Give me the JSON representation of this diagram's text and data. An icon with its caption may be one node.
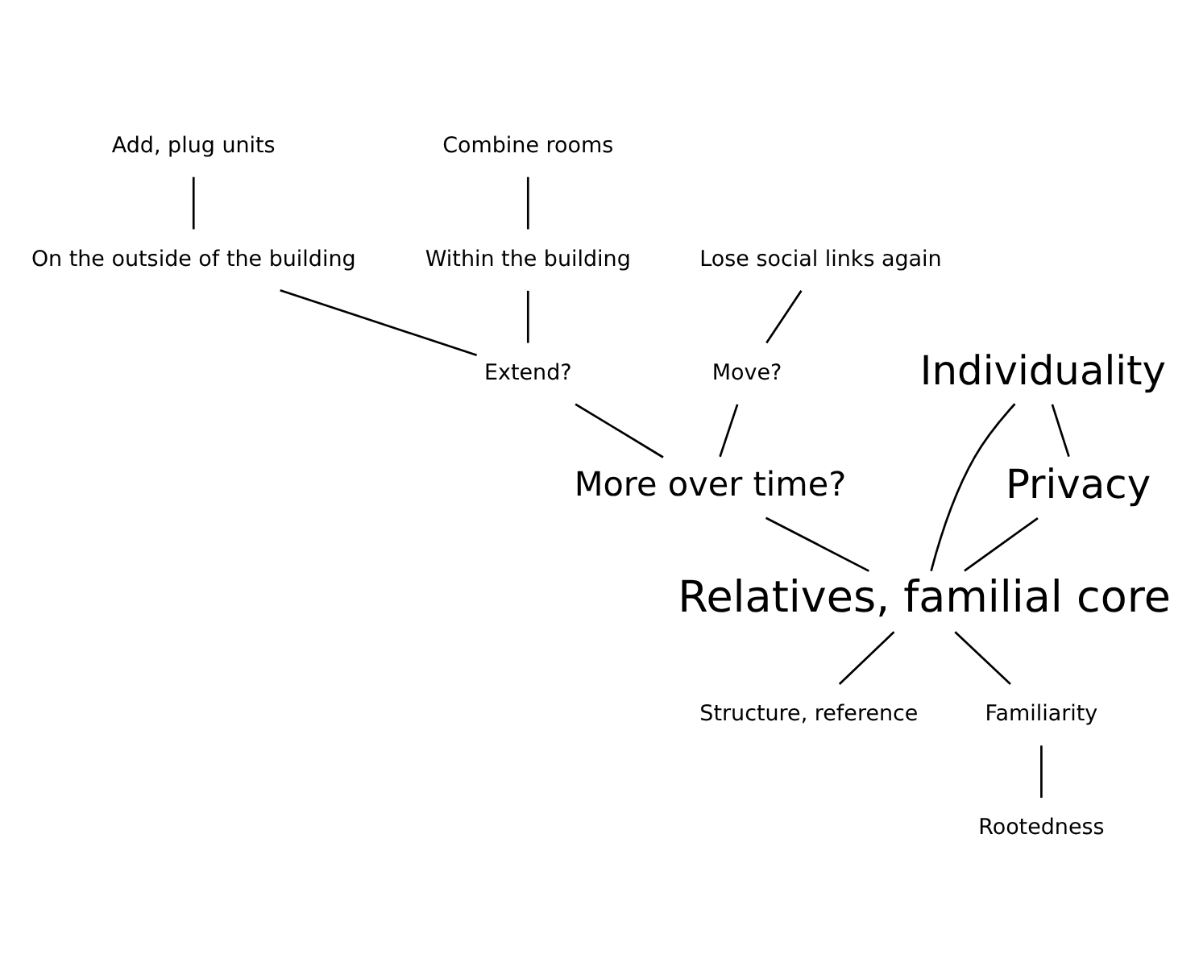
{
  "diagram": {
    "nodes": [
      {
        "text": [
          "Add, plug units"
        ]
      },
      {
        "text": [
          "Combine rooms"
        ]
      },
      {
        "text": [
          "On the outside of the building"
        ]
      },
      {
        "text": [
          "Within the building"
        ]
      },
      {
        "text": [
          "Lose social links again"
        ]
      },
      {
        "text": [
          "Extend?"
        ]
      },
      {
        "text": [
          "Move?"
        ]
      },
      {
        "text": [
          "More over time?"
        ]
      },
      {
        "text": [
          "Individuality"
        ]
      },
      {
        "text": [
          "Relatives, familial core"
        ]
      },
      {
        "text": [
          "Structure, reference"
        ]
      },
      {
        "text": [
          "Privacy"
        ]
      },
      {
        "text": [
          "Familiarity"
        ]
      },
      {
        "text": [
          "Rootedness"
        ]
      }
    ],
    "edges": [
      {
        "from": 0,
        "to": 2,
        "arrow": "none"
      },
      {
        "from": 1,
        "to": 3,
        "arrow": "none"
      },
      {
        "from": 2,
        "to": 5,
        "arrow": "none"
      },
      {
        "from": 3,
        "to": 5,
        "arrow": "none"
      },
      {
        "from": 4,
        "to": 6,
        "arrow": "none"
      },
      {
        "from": 5,
        "to": 7,
        "arrow": "none"
      },
      {
        "from": 6,
        "to": 7,
        "arrow": "none"
      },
      {
        "from": 7,
        "to": 9,
        "arrow": "none"
      },
      {
        "from": 8,
        "to": 9,
        "arrow": "none"
      },
      {
        "from": 8,
        "to": 11,
        "arrow": "none"
      },
      {
        "from": 11,
        "to": 9,
        "arrow": "none"
      },
      {
        "from": 9,
        "to": 10,
        "arrow": "none"
      },
      {
        "from": 9,
        "to": 12,
        "arrow": "none"
      },
      {
        "from": 12,
        "to": 13,
        "arrow": "none"
      }
    ]
  }
}
